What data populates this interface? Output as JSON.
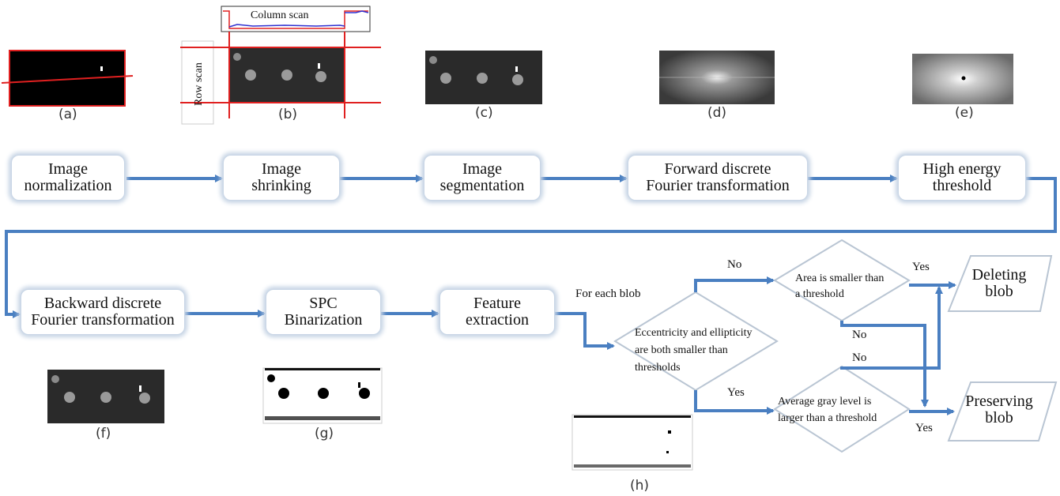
{
  "captions": {
    "a": "(a)",
    "b": "(b)",
    "c": "(c)",
    "d": "(d)",
    "e": "(e)",
    "f": "(f)",
    "g": "(g)",
    "h": "(h)"
  },
  "inset_b": {
    "column_label": "Column scan",
    "row_label": "Row scan"
  },
  "steps": {
    "image_normalization": "Image\nnormalization",
    "image_shrinking": "Image\nshrinking",
    "image_segmentation": "Image\nsegmentation",
    "forward_dft": "Forward discrete\nFourier transformation",
    "high_energy_threshold": "High  energy\nthreshold",
    "backward_dft": "Backward discrete\nFourier transformation",
    "spc_binarization": "SPC\nBinarization",
    "feature_extraction": "Feature\nextraction"
  },
  "decisions": {
    "for_each_blob": "For each blob",
    "eccentricity": "Eccentricity and ellipticity\nare both smaller than\nthresholds",
    "area": "Area is smaller than\na threshold",
    "gray_level": "Average gray level is\nlarger than a threshold"
  },
  "outputs": {
    "deleting": "Deleting\nblob",
    "preserving": "Preserving\nblob"
  },
  "branch_labels": {
    "no_upper": "No",
    "yes_area": "Yes",
    "no_area": "No",
    "no_gray": "No",
    "yes_lower": "Yes",
    "yes_gray": "Yes"
  },
  "colors": {
    "arrow": "#4a7fc1",
    "box_glow": "#c5d3e4",
    "diamond_border": "#b9c5d3",
    "scan_red": "#e02020",
    "scan_blue": "#3030d0"
  }
}
